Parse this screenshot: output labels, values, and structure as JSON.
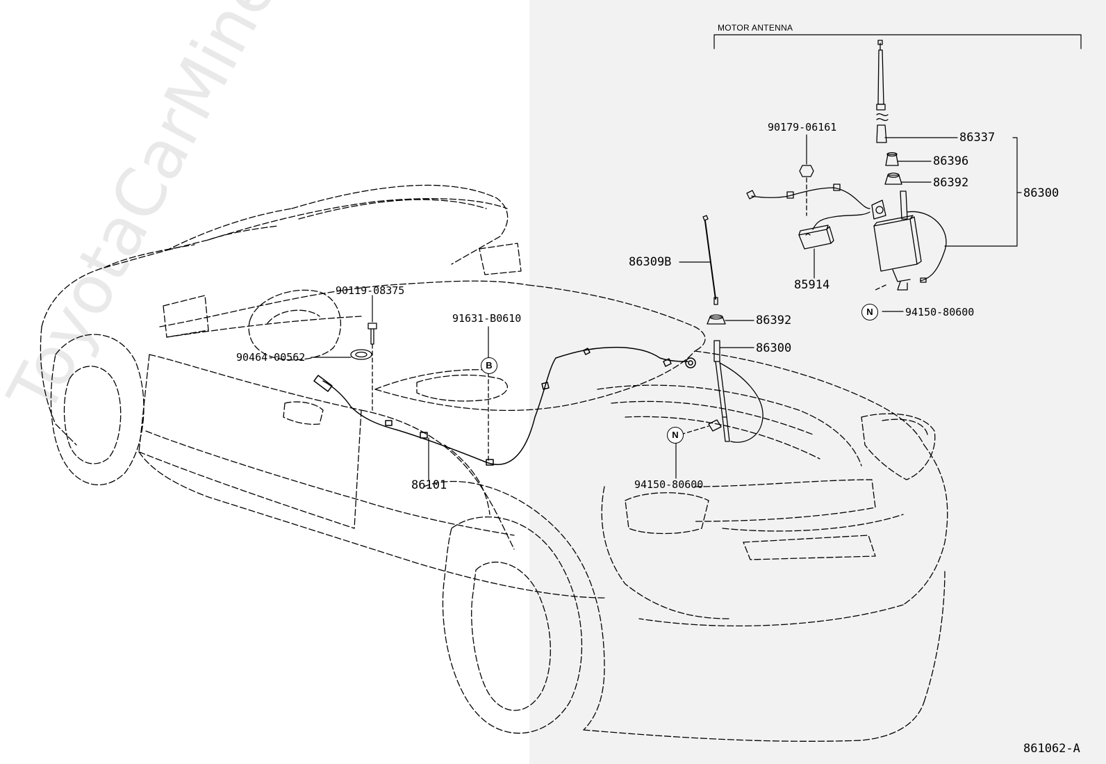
{
  "diagram": {
    "section_title": "MOTOR ANTENNA",
    "figure_code": "861062-A",
    "watermark": "ToyotaCarMine.ru",
    "callouts": {
      "n1": "N",
      "n2": "N",
      "b": "B"
    },
    "parts": {
      "p_90119": "90119-08375",
      "p_91631": "91631-B0610",
      "p_90464": "90464-00562",
      "p_86101": "86101",
      "p_94150_lower": "94150-80600",
      "p_86309b": "86309B",
      "p_86392_lower": "86392",
      "p_86300_lower": "86300",
      "p_90179": "90179-06161",
      "p_85914": "85914",
      "p_86337": "86337",
      "p_86396": "86396",
      "p_86392_upper": "86392",
      "p_86300_upper": "86300",
      "p_94150_upper": "94150-80600"
    },
    "colors": {
      "line": "#000000",
      "right_panel_bg": "#f2f2f2",
      "watermark": "#e9e9e9"
    }
  }
}
